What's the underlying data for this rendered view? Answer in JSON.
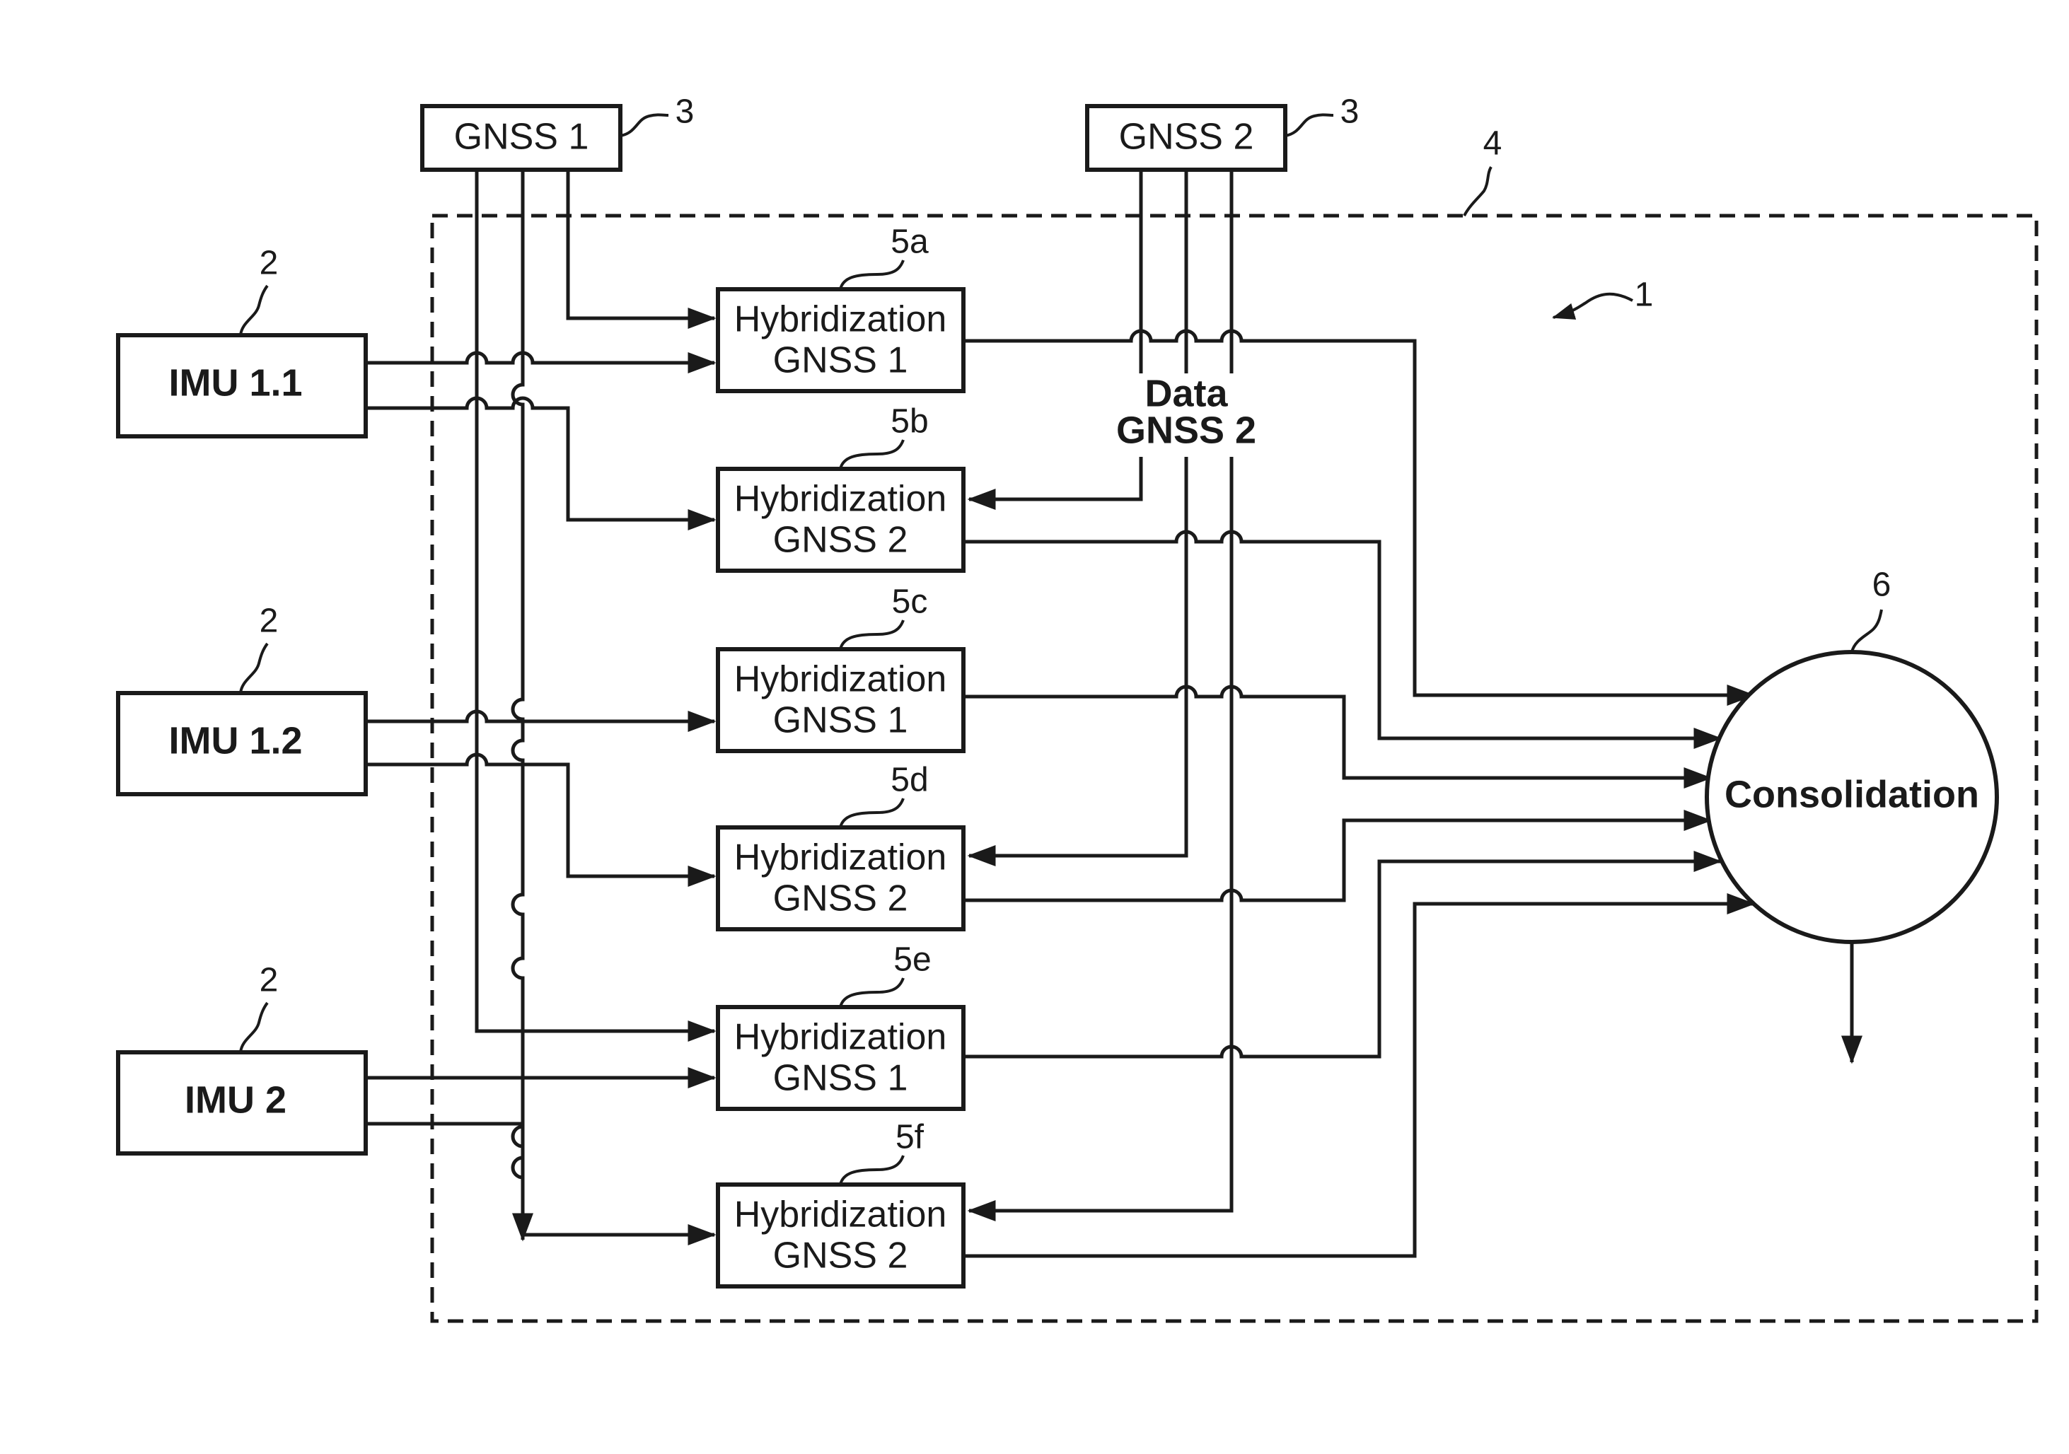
{
  "diagram": {
    "gnss_units": [
      {
        "label": "GNSS 1",
        "ref": "3"
      },
      {
        "label": "GNSS 2",
        "ref": "3"
      }
    ],
    "imu_units": [
      {
        "label": "IMU 1.1",
        "ref": "2"
      },
      {
        "label": "IMU 1.2",
        "ref": "2"
      },
      {
        "label": "IMU 2",
        "ref": "2"
      }
    ],
    "hybridization_blocks": [
      {
        "ref": "5a",
        "line1": "Hybridization",
        "line2": "GNSS 1"
      },
      {
        "ref": "5b",
        "line1": "Hybridization",
        "line2": "GNSS 2"
      },
      {
        "ref": "5c",
        "line1": "Hybridization",
        "line2": "GNSS 1"
      },
      {
        "ref": "5d",
        "line1": "Hybridization",
        "line2": "GNSS 2"
      },
      {
        "ref": "5e",
        "line1": "Hybridization",
        "line2": "GNSS 1"
      },
      {
        "ref": "5f",
        "line1": "Hybridization",
        "line2": "GNSS 2"
      }
    ],
    "data_label": {
      "line1": "Data",
      "line2": "GNSS 2"
    },
    "consolidation": {
      "label": "Consolidation",
      "ref": "6"
    },
    "frame_ref": "4",
    "system_ref": "1"
  }
}
